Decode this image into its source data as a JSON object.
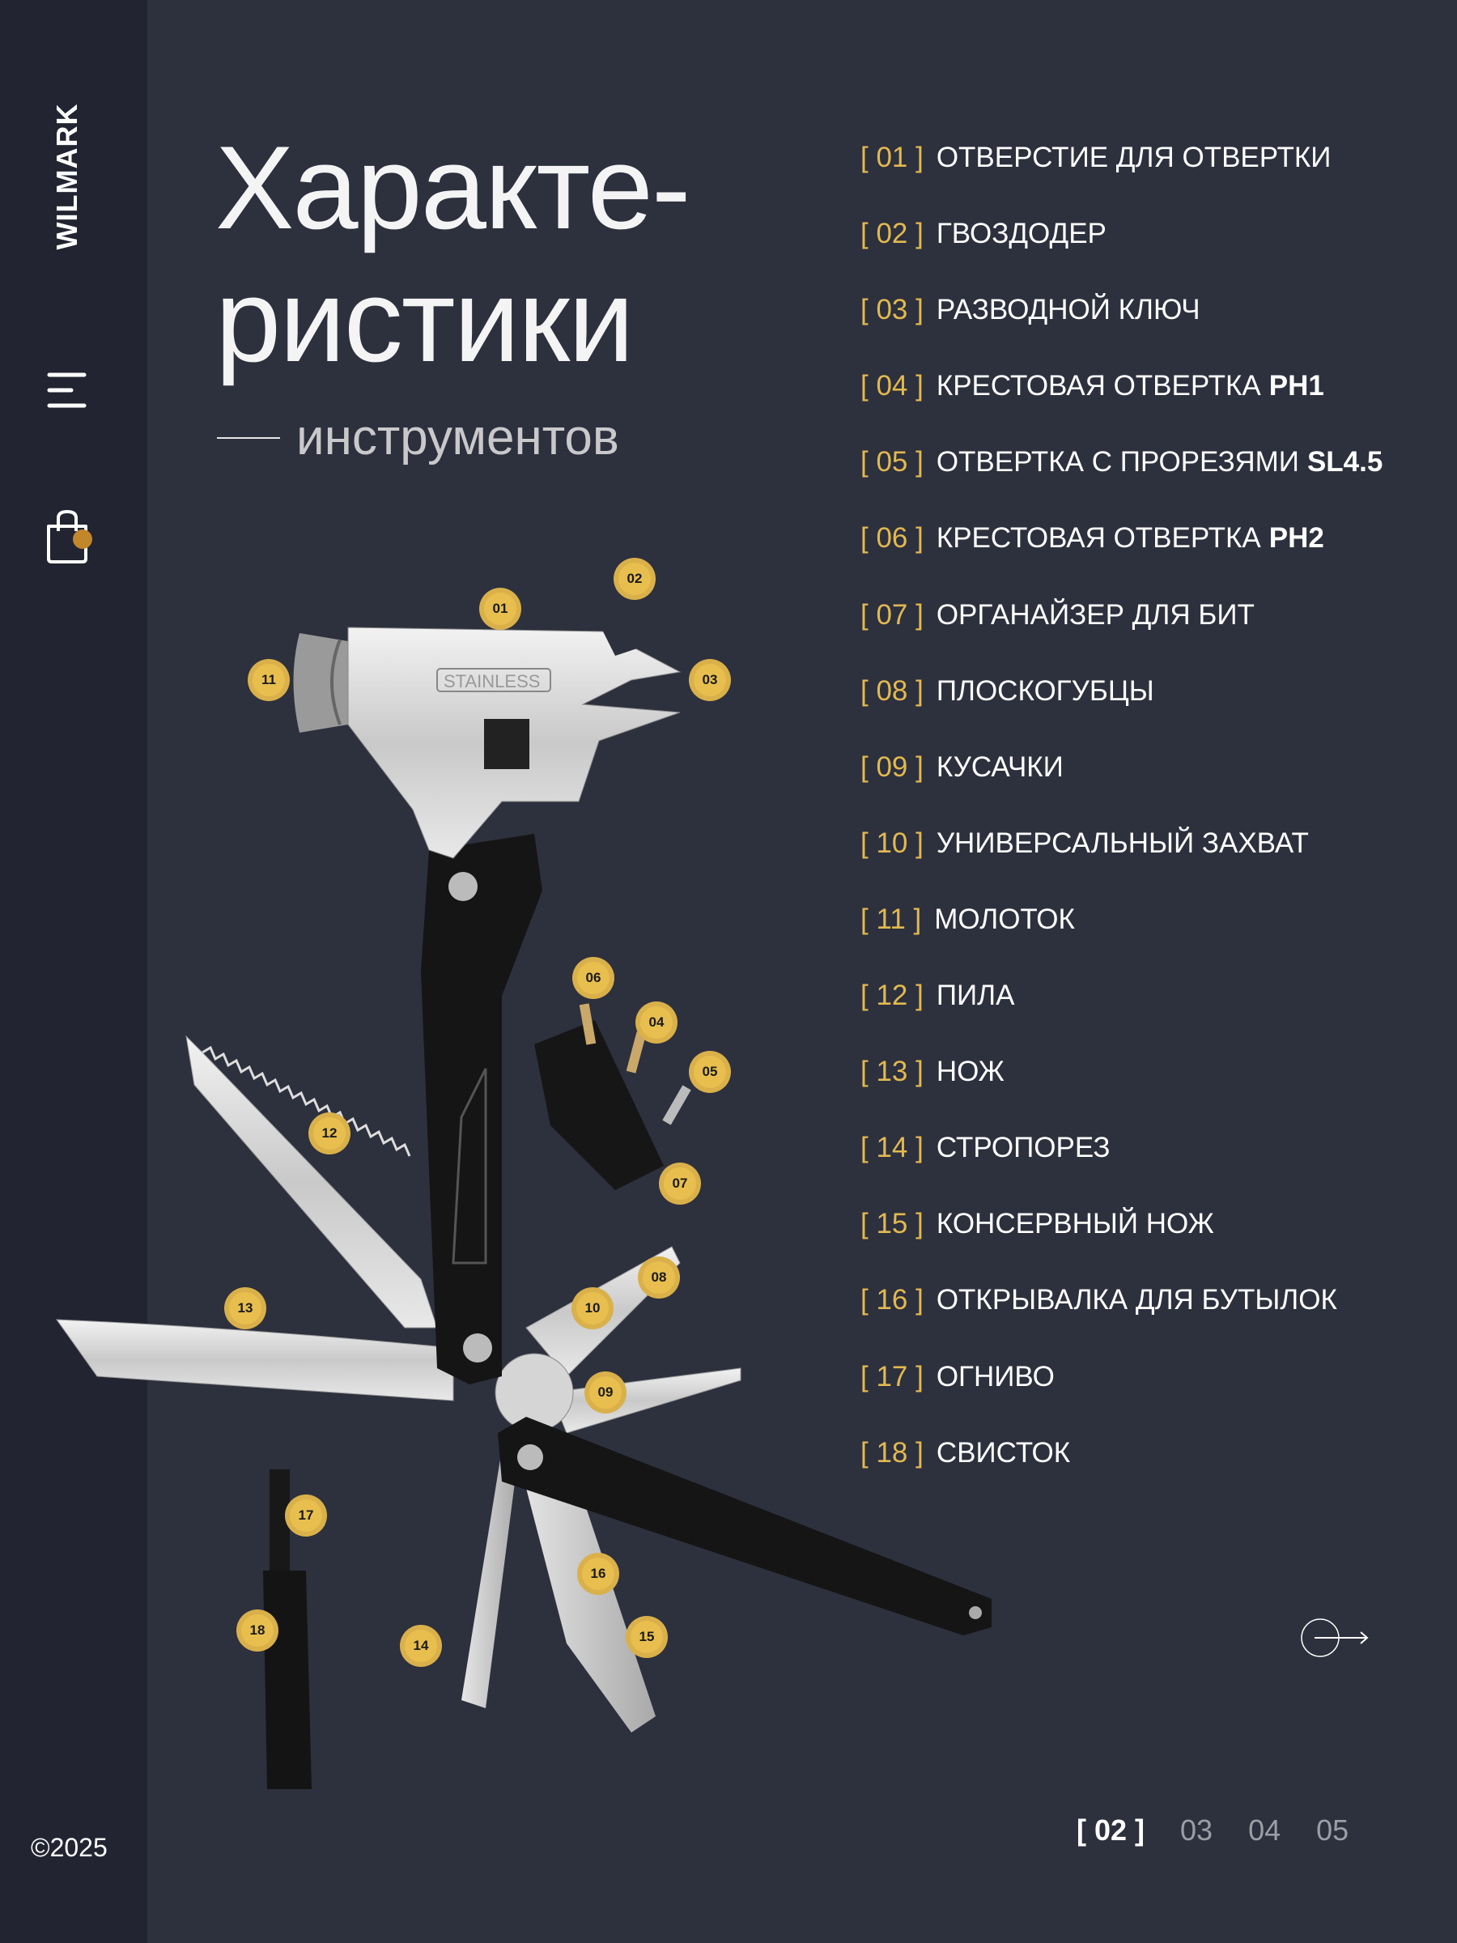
{
  "sidebar": {
    "brand": "WILMARK",
    "copyright": "©2025",
    "cart_dot_color": "#c2862b"
  },
  "header": {
    "title_line1": "Характе-",
    "title_line2": "ристики",
    "subtitle": "инструментов"
  },
  "features": [
    {
      "num": "[ 01 ]",
      "label": "ОТВЕРСТИЕ ДЛЯ ОТВЕРТКИ",
      "bold": ""
    },
    {
      "num": "[ 02 ]",
      "label": "ГВОЗДОДЕР",
      "bold": ""
    },
    {
      "num": "[ 03 ]",
      "label": "РАЗВОДНОЙ КЛЮЧ",
      "bold": ""
    },
    {
      "num": "[ 04 ]",
      "label": "КРЕСТОВАЯ ОТВЕРТКА",
      "bold": "PH1"
    },
    {
      "num": "[ 05 ]",
      "label": "ОТВЕРТКА С ПРОРЕЗЯМИ",
      "bold": "SL4.5"
    },
    {
      "num": "[ 06 ]",
      "label": "КРЕСТОВАЯ ОТВЕРТКА",
      "bold": "PH2"
    },
    {
      "num": "[ 07 ]",
      "label": "ОРГАНАЙЗЕР ДЛЯ БИТ",
      "bold": ""
    },
    {
      "num": "[ 08 ]",
      "label": "ПЛОСКОГУБЦЫ",
      "bold": ""
    },
    {
      "num": "[ 09 ]",
      "label": "КУСАЧКИ",
      "bold": ""
    },
    {
      "num": "[ 10 ]",
      "label": "УНИВЕРСАЛЬНЫЙ ЗАХВАТ",
      "bold": ""
    },
    {
      "num": "[ 11 ]",
      "label": "МОЛОТОК",
      "bold": ""
    },
    {
      "num": "[ 12 ]",
      "label": "ПИЛА",
      "bold": ""
    },
    {
      "num": "[ 13 ]",
      "label": "НОЖ",
      "bold": ""
    },
    {
      "num": "[ 14 ]",
      "label": "СТРОПОРЕЗ",
      "bold": ""
    },
    {
      "num": "[ 15 ]",
      "label": "КОНСЕРВНЫЙ НОЖ",
      "bold": ""
    },
    {
      "num": "[ 16 ]",
      "label": "ОТКРЫВАЛКА ДЛЯ БУТЫЛОК",
      "bold": ""
    },
    {
      "num": "[ 17 ]",
      "label": "ОГНИВО",
      "bold": ""
    },
    {
      "num": "[ 18 ]",
      "label": "СВИСТОК",
      "bold": ""
    }
  ],
  "tool_image": {
    "engraving": "STAINLESS"
  },
  "markers": [
    "01",
    "02",
    "03",
    "04",
    "05",
    "06",
    "07",
    "08",
    "09",
    "10",
    "11",
    "12",
    "13",
    "14",
    "15",
    "16",
    "17",
    "18"
  ],
  "pagination": {
    "pages": [
      "[ 02 ]",
      "03",
      "04",
      "05"
    ]
  },
  "colors": {
    "accent": "#e2b950",
    "background": "#2d303d",
    "sidebar": "#222431"
  }
}
